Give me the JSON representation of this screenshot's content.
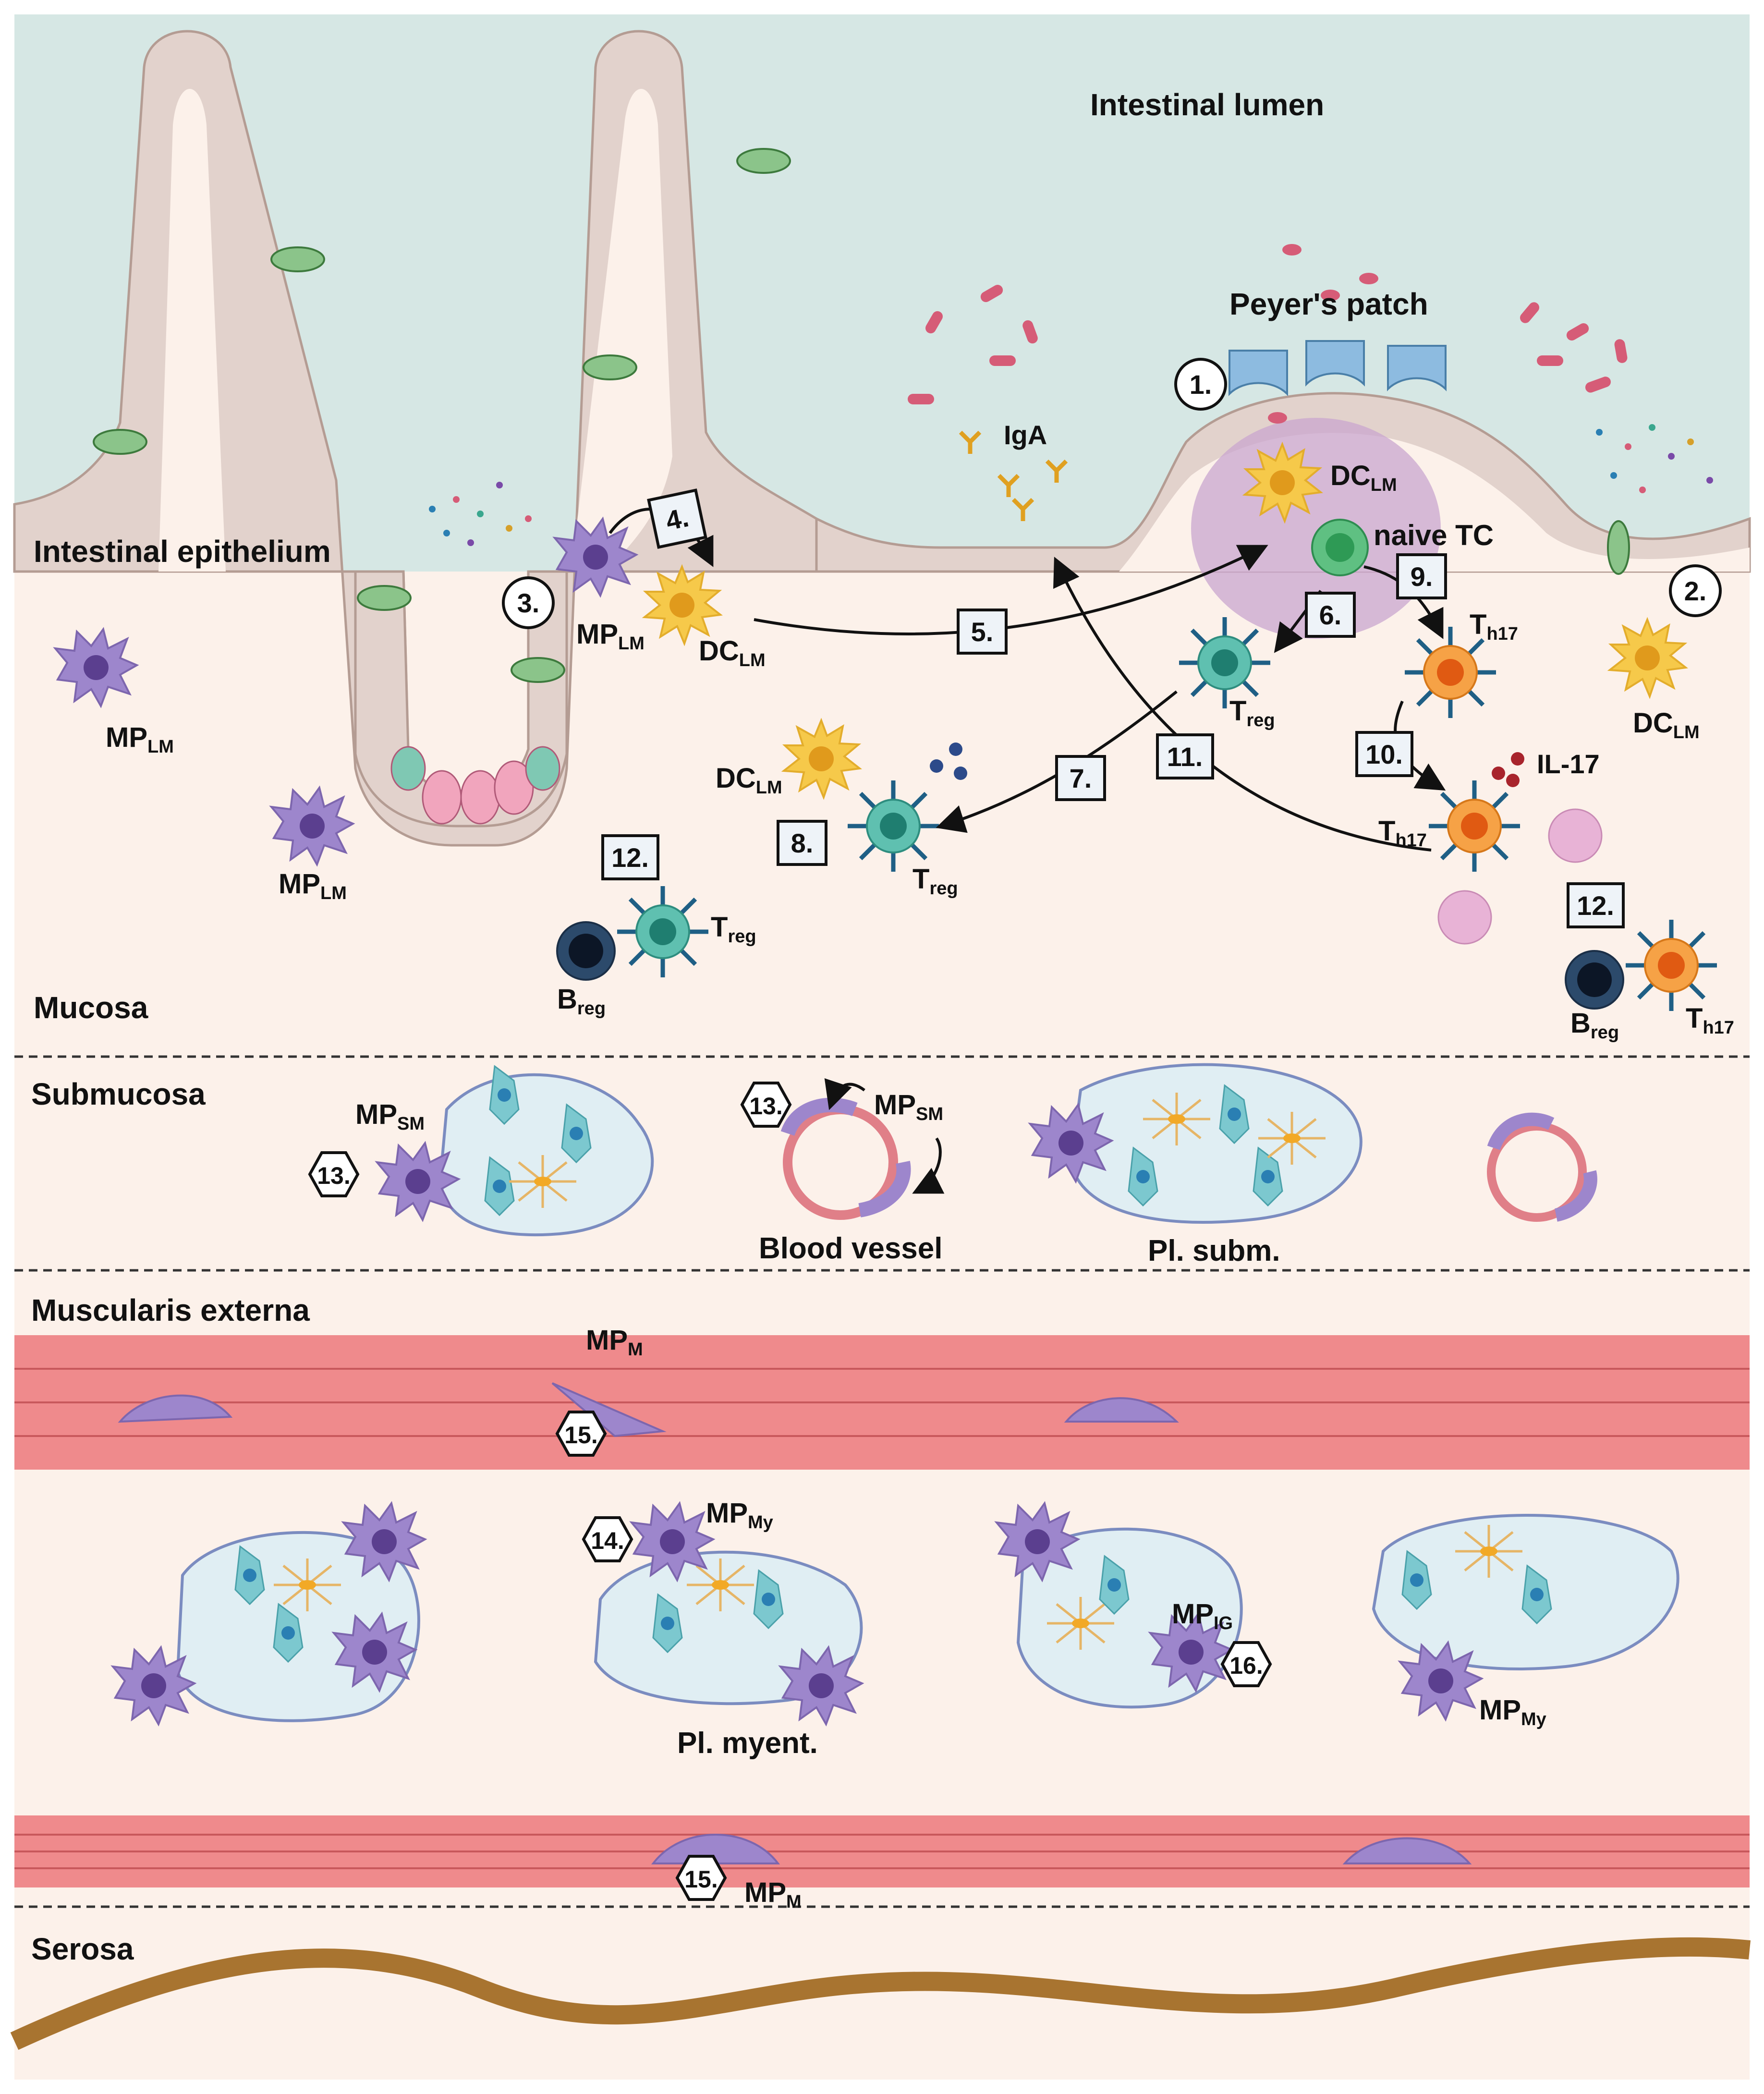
{
  "colors": {
    "lumen": "#d6e7e4",
    "tissue": "#fcf1ea",
    "epithelium": "#e2d2cc",
    "muscle": "#ef8a8c",
    "serosa_line": "#a87430",
    "macrophage": "#9d86cc",
    "dendritic": "#f6c94a",
    "treg": "#3fa99a",
    "th17": "#ef8f3a",
    "breg": "#1f3550",
    "peyer_patch": "#c9a5cf",
    "glia": "#e6b566",
    "neuron": "#7cc8cf"
  },
  "layers": {
    "lumen": "Intestinal lumen",
    "epithelium": "Intestinal epithelium",
    "mucosa": "Mucosa",
    "submucosa": "Submucosa",
    "muscularis": "Muscularis externa",
    "serosa": "Serosa"
  },
  "structures": {
    "peyers_patch": "Peyer's patch",
    "iga": "IgA",
    "il17": "IL-17",
    "naive_tc": "naive TC",
    "blood_vessel": "Blood vessel",
    "pl_subm": "Pl. subm.",
    "pl_myent": "Pl. myent."
  },
  "cells": {
    "mp": "MP",
    "dc": "DC",
    "t": "T",
    "b": "B",
    "sub_lm": "LM",
    "sub_sm": "SM",
    "sub_m": "M",
    "sub_my": "My",
    "sub_ig": "IG",
    "sub_reg": "reg",
    "sub_h17": "h17"
  },
  "steps": {
    "s1": "1.",
    "s2": "2.",
    "s3": "3.",
    "s4": "4.",
    "s5": "5.",
    "s6": "6.",
    "s7": "7.",
    "s8": "8.",
    "s9": "9.",
    "s10": "10.",
    "s11": "11.",
    "s12": "12.",
    "s13": "13.",
    "s14": "14.",
    "s15": "15.",
    "s16": "16."
  }
}
